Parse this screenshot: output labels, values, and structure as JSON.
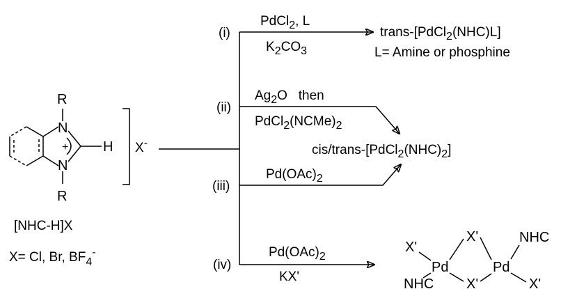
{
  "salt": {
    "r_top": "R",
    "r_bottom": "R",
    "n_top": "N",
    "n_bottom": "N",
    "plus": "+",
    "h": "H",
    "anion": "X",
    "anion_charge": "-",
    "name": "[NHC-H]X",
    "x_def_prefix": "X= Cl, Br, BF",
    "x_def_sub": "4",
    "x_def_sup": "-"
  },
  "routes": [
    {
      "label": "(i)",
      "above": {
        "t1": "PdCl",
        "s1": "2",
        "t2": ", L"
      },
      "below": {
        "t1": "K",
        "s1": "2",
        "t2": "CO",
        "s2": "3"
      },
      "product": {
        "t1": "trans-[PdCl",
        "s1": "2",
        "t2": "(NHC)L]"
      },
      "note": "L= Amine or phosphine"
    },
    {
      "label": "(ii)",
      "above": {
        "t1": "Ag",
        "s1": "2",
        "t2": "O   then"
      },
      "below": {
        "t1": "PdCl",
        "s1": "2",
        "t2": "(NCMe)",
        "s2": "2"
      }
    },
    {
      "label": "(iii)",
      "above": {
        "t1": "Pd(OAc)",
        "s1": "2"
      }
    },
    {
      "label": "(iv)",
      "above": {
        "t1": "Pd(OAc)",
        "s1": "2"
      },
      "below": {
        "t1": "KX'"
      }
    }
  ],
  "shared_product": {
    "t1": "cis/trans-[PdCl",
    "s1": "2",
    "t2": "(NHC)",
    "s2": "2",
    "t3": "]"
  },
  "dimer": {
    "x_top_left": "X'",
    "pd_left": "Pd",
    "nhc_left": "NHC",
    "x_bridge_top": "X'",
    "x_bridge_bottom": "X'",
    "pd_right": "Pd",
    "nhc_right": "NHC",
    "x_bottom_right": "X'"
  }
}
